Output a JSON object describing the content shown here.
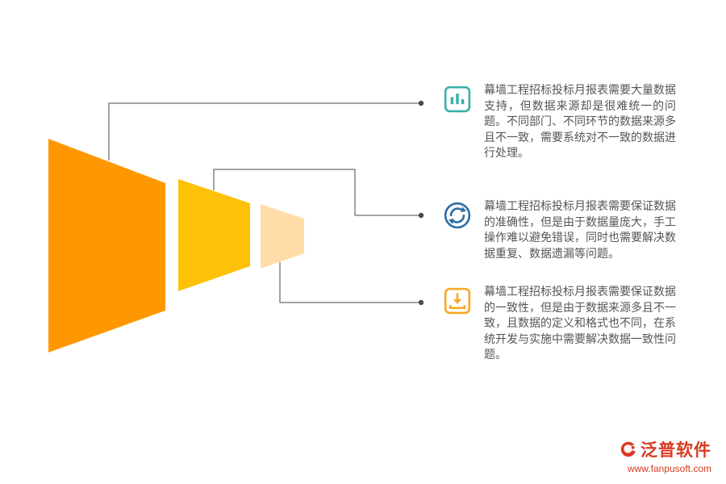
{
  "funnel": {
    "segments": [
      {
        "name": "funnel-segment-large",
        "color": "#FF9800"
      },
      {
        "name": "funnel-segment-medium",
        "color": "#FFC107"
      },
      {
        "name": "funnel-segment-small",
        "color": "#FFDCA8"
      }
    ],
    "connector_color": "#4a4a4a"
  },
  "items": [
    {
      "icon": "bar-chart-icon",
      "icon_color": "#3BAFA8",
      "text": "幕墙工程招标投标月报表需要大量数据支持，但数据来源却是很难统一的问题。不同部门、不同环节的数据来源多且不一致，需要系统对不一致的数据进行处理。"
    },
    {
      "icon": "sync-icon",
      "icon_color": "#2F6DA0",
      "text": "幕墙工程招标投标月报表需要保证数据的准确性，但是由于数据量庞大，手工操作难以避免错误，同时也需要解决数据重复、数据遗漏等问题。"
    },
    {
      "icon": "download-icon",
      "icon_color": "#F9A825",
      "text": "幕墙工程招标投标月报表需要保证数据的一致性，但是由于数据来源多且不一致，且数据的定义和格式也不同，在系统开发与实施中需要解决数据一致性问题。"
    }
  ],
  "footer": {
    "brand": "泛普软件",
    "website": "www.fanpusoft.com",
    "brand_color": "#d93a21"
  }
}
